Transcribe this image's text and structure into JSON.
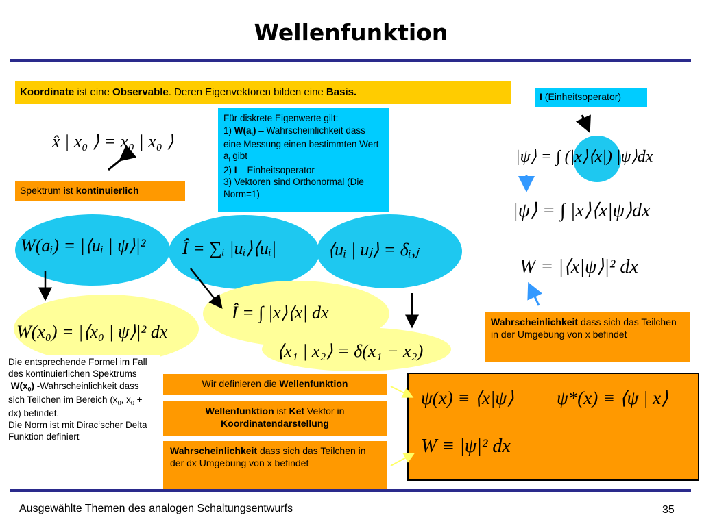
{
  "slide": {
    "title": "Wellenfunktion",
    "footer_text": "Ausgewählte Themen des analogen Schaltungsentwurfs",
    "page_number": "35"
  },
  "boxes": {
    "observable_p1": "Koordinate",
    "observable_p2": " ist eine ",
    "observable_p3": "Observable",
    "observable_p4": ". Deren Eigenvektoren bilden eine ",
    "observable_p5": "Basis.",
    "einheit_bold": "I",
    "einheit_text": " (Einheitsoperator)",
    "spektrum_text": "Spektrum ist ",
    "spektrum_bold": "kontinuierlich",
    "diskrete_line1": "Für diskrete Eigenwerte gilt:",
    "diskrete_l2a": "1) ",
    "diskrete_l2b": "W(a",
    "diskrete_l2sub": "i",
    "diskrete_l2c": ")",
    "diskrete_l2d": " – Wahrscheinlichkeit dass eine Messung einen bestimmten Wert a",
    "diskrete_l2sub2": "i",
    "diskrete_l2e": " gibt",
    "diskrete_l3a": "2) ",
    "diskrete_l3b": "I",
    "diskrete_l3c": " – Einheitsoperator",
    "diskrete_l4": "3) Vektoren sind Orthonormal (Die Norm=1)",
    "wahrsch_right_bold": "Wahrscheinlichkeit",
    "wahrsch_right_text": " dass sich das Teilchen in der Umgebung von x befindet",
    "formel_l1": "Die entsprechende Formel im Fall des kontinuierlichen Spektrums",
    "formel_l2a": "W(x",
    "formel_l2sub": "0",
    "formel_l2b": ")",
    "formel_l2c": " -Wahrscheinlichkeit dass sich Teilchen im Bereich (x",
    "formel_sub3": "0",
    "formel_l2d": ", x",
    "formel_sub4": "0",
    "formel_l2e": " + dx) befindet.",
    "formel_l3": "Die Norm ist mit Dirac‘scher Delta Funktion definiert",
    "definieren_text": "Wir definieren die ",
    "definieren_bold": "Wellenfunktion",
    "ket_b1": "Wellenfunktion",
    "ket_t1": " ist ",
    "ket_b2": "Ket",
    "ket_t2": " Vektor in ",
    "ket_b3": "Koordinatendarstellung",
    "wahrsch_mid_bold": "Wahrscheinlichkeit",
    "wahrsch_mid_text": " dass sich das Teilchen in der dx Umgebung von x befindet"
  },
  "formulas": {
    "eigen": "x̂ | x₀ ⟩ = x₀ | x₀ ⟩",
    "w_ai": "W(aᵢ) = |⟨uᵢ | ψ⟩|²",
    "identity_sum": "Î = ∑ᵢ |uᵢ⟩⟨uᵢ|",
    "orthonormal": "⟨uᵢ | uⱼ⟩ = δᵢ,ⱼ",
    "w_x0": "W(x₀) = |⟨x₀ | ψ⟩|² dx",
    "identity_int": "Î = ∫ |x⟩⟨x| dx",
    "delta_norm": "⟨x₁ | x₂⟩ = δ(x₁ − x₂)",
    "psi_insert": "|ψ⟩ = ∫ (|x⟩⟨x|) |ψ⟩dx",
    "psi_expand": "|ψ⟩ = ∫ |x⟩⟨x|ψ⟩dx",
    "w_x": "W = |⟨x|ψ⟩|² dx",
    "psi_def": "ψ(x) ≡ ⟨x|ψ⟩",
    "psi_star_def": "ψ*(x) ≡ ⟨ψ | x⟩",
    "w_psi": "W ≡ |ψ|² dx"
  },
  "colors": {
    "yellow_box": "#ffcc00",
    "orange_box": "#ff9900",
    "cyan_box": "#00ccff",
    "ellipse_blue": "#1ec8f0",
    "ellipse_pale": "#ffff99",
    "title_rule": "#2a2a8c",
    "pointer_blue": "#3399ff"
  }
}
